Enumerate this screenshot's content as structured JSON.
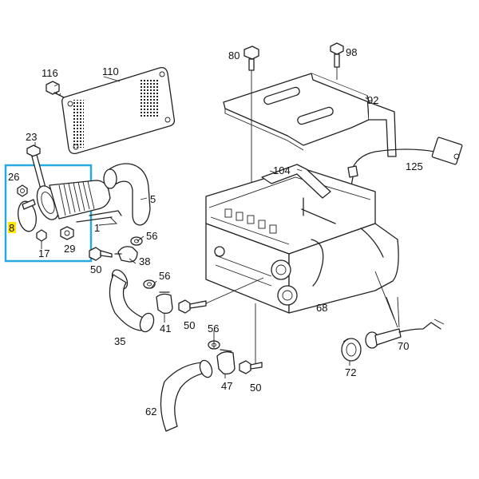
{
  "labels": {
    "p116": "116",
    "p110": "110",
    "p80": "80",
    "p98": "98",
    "p92": "92",
    "p23": "23",
    "p125": "125",
    "p104": "104",
    "p26": "26",
    "p5": "5",
    "p8": "8",
    "p1": "1",
    "p56a": "56",
    "p17": "17",
    "p29": "29",
    "p38": "38",
    "p50a": "50",
    "p56b": "56",
    "p41": "41",
    "p50b": "50",
    "p35": "35",
    "p56c": "56",
    "p68": "68",
    "p70": "70",
    "p47": "47",
    "p50c": "50",
    "p72": "72",
    "p62": "62"
  },
  "colors": {
    "highlight_box": "#29a9e1",
    "highlight_label": "#ffe600"
  }
}
